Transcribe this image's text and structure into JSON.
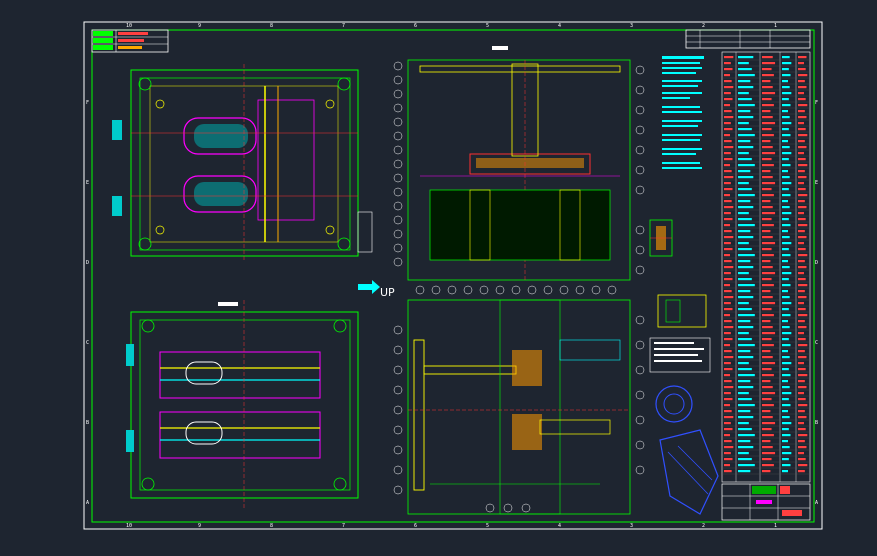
{
  "viewport": {
    "background": "#1e2530"
  },
  "colors": {
    "frame": "#ffffff",
    "border": "#00ff00",
    "part_green": "#00ff00",
    "part_yellow": "#ffff00",
    "part_magenta": "#ff00ff",
    "part_cyan": "#00ffff",
    "part_blue": "#3050ff",
    "part_red": "#ff3030",
    "part_orange": "#ff9900",
    "table_red": "#ff4040"
  },
  "labels": {
    "up_arrow_text": "UP"
  },
  "header_box": {
    "rows": [
      "",
      "",
      ""
    ]
  },
  "zone_letters": [
    "A",
    "B",
    "C",
    "D",
    "E",
    "F"
  ],
  "zone_numbers": [
    "1",
    "2",
    "3",
    "4",
    "5",
    "6",
    "7",
    "8",
    "9",
    "10"
  ]
}
